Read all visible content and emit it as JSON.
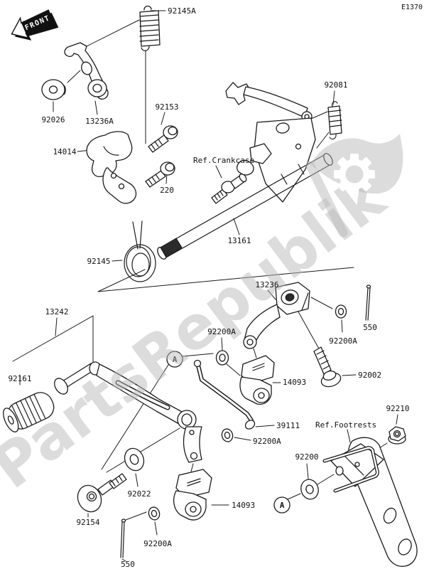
{
  "header": {
    "code": "E1370"
  },
  "front_marker": {
    "label": "FRONT"
  },
  "watermark": {
    "text": "PartsRepublik",
    "color": "#b9b9b9"
  },
  "markers": {
    "a": "A"
  },
  "labels": {
    "p92145a": "92145A",
    "p92026": "92026",
    "p13236a": "13236A",
    "p14014": "14014",
    "p92153": "92153",
    "p220": "220",
    "ref_crankcase": "Ref.Crankcase",
    "p92081": "92081",
    "p13161": "13161",
    "p92145": "92145",
    "p13242": "13242",
    "p92161": "92161",
    "p13236": "13236",
    "p92200a": "92200A",
    "p550": "550",
    "p92002": "92002",
    "p14093": "14093",
    "p39111": "39111",
    "ref_footrests": "Ref.Footrests",
    "p92210": "92210",
    "p92200": "92200",
    "p92022": "92022",
    "p92154": "92154"
  }
}
